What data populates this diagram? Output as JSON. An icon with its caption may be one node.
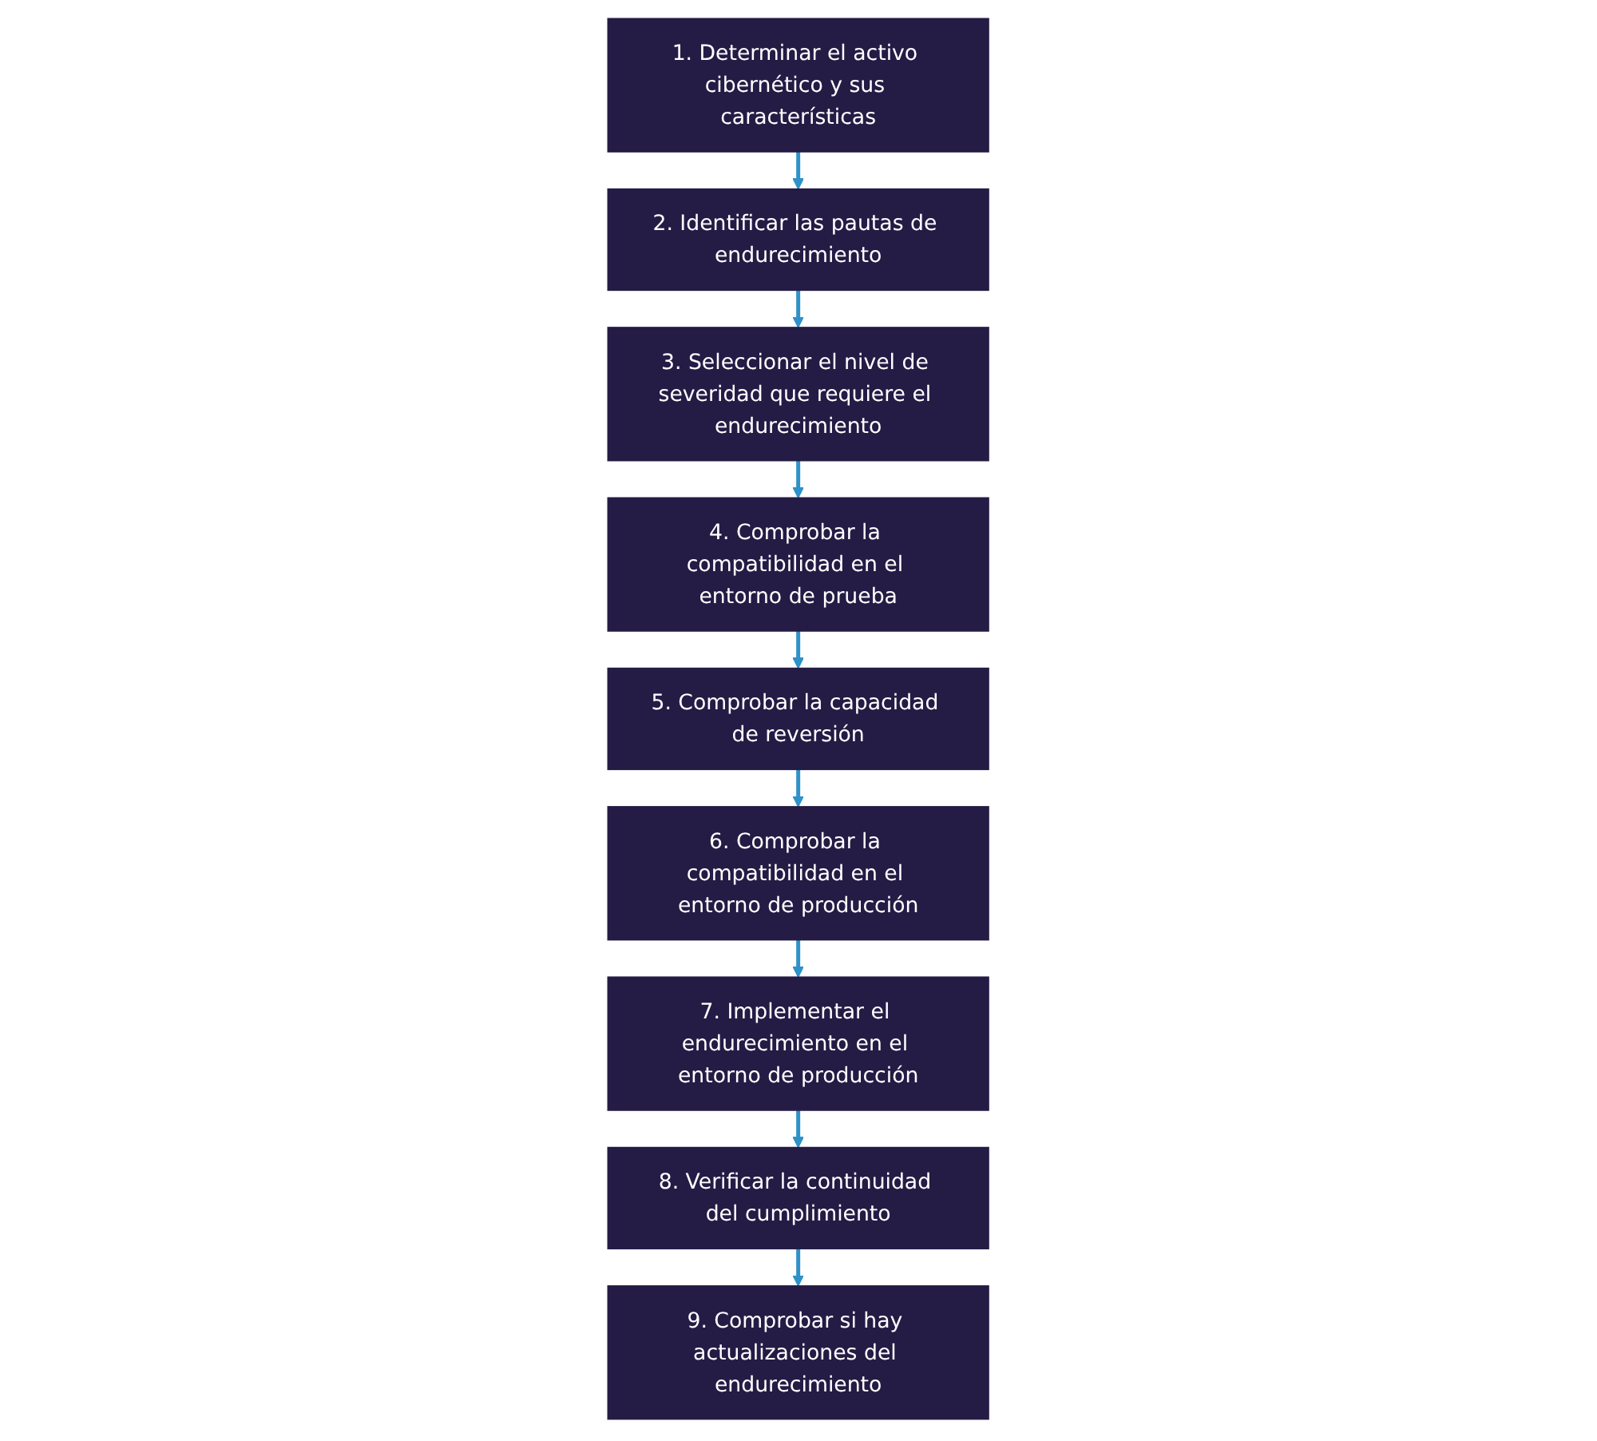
{
  "diagram": {
    "nodes": [
      {
        "text": [
          "1. Determinar el activo cibernético y sus características"
        ]
      },
      {
        "text": [
          "2. Identificar las pautas de endurecimiento"
        ]
      },
      {
        "text": [
          "3. Seleccionar el nivel de severidad que requiere el endurecimiento"
        ]
      },
      {
        "text": [
          "4. Comprobar la compatibilidad en el entorno de prueba"
        ]
      },
      {
        "text": [
          "5. Comprobar la capacidad de reversión"
        ]
      },
      {
        "text": [
          "6. Comprobar la compatibilidad en el entorno de producción"
        ]
      },
      {
        "text": [
          "7. Implementar el endurecimiento en el entorno de producción"
        ]
      },
      {
        "text": [
          "8. Verificar la continuidad del cumplimiento"
        ]
      },
      {
        "text": [
          "9. Comprobar si hay actualizaciones del endurecimiento"
        ]
      }
    ],
    "edges": [
      {
        "from": 0,
        "to": 1,
        "arrow": "to"
      },
      {
        "from": 1,
        "to": 2,
        "arrow": "to"
      },
      {
        "from": 2,
        "to": 3,
        "arrow": "to"
      },
      {
        "from": 3,
        "to": 4,
        "arrow": "to"
      },
      {
        "from": 4,
        "to": 5,
        "arrow": "to"
      },
      {
        "from": 5,
        "to": 6,
        "arrow": "to"
      },
      {
        "from": 6,
        "to": 7,
        "arrow": "to"
      },
      {
        "from": 7,
        "to": 8,
        "arrow": "to"
      }
    ]
  }
}
